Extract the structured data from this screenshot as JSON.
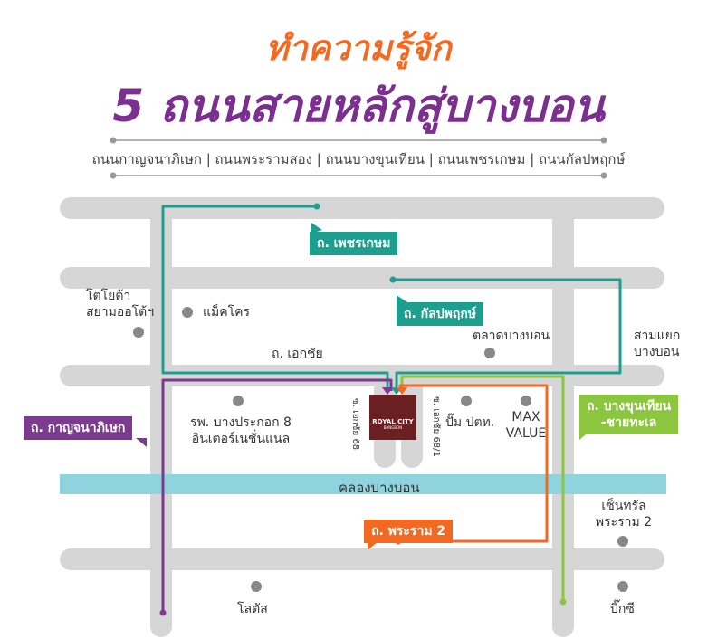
{
  "title_line1": "ทำความรู้จัก",
  "title_line2": "5 ถนนสายหลักสู่บางบอน",
  "roads_list": "ถนนกาญจนาภิเษก | ถนนพระรามสอง | ถนนบางขุนเทียน | ถนนเพชรเกษม | ถนนกัลปพฤกษ์",
  "colors": {
    "title_orange": "#f26a21",
    "title_purple": "#7b2f8e",
    "road_gray": "#d6d6d6",
    "canal": "#8fd3df",
    "phetkasem_teal": "#1e9e8f",
    "kanlapaphruek_teal": "#1e9e8f",
    "kanchanaphisek_purple": "#7b3b8e",
    "rama2_orange": "#f26a21",
    "bangkhuntien_green": "#8cc63f"
  },
  "route_tags": {
    "phetkasem": "ถ. เพชรเกษม",
    "kanlapaphruek": "ถ. กัลปพฤกษ์",
    "kanchanaphisek": "ถ. กาญจนาภิเษก",
    "bangkhuntien_1": "ถ. บางขุนเทียน",
    "bangkhuntien_2": "-ชายทะเล",
    "rama2": "ถ. พระราม 2"
  },
  "places": {
    "toyota_1": "โตโยต้า",
    "toyota_2": "สยามออโต้ฯ",
    "makro": "แม็คโคร",
    "ekkachai": "ถ. เอกชัย",
    "talat_bangbon": "ตลาดบางบอน",
    "samyaek_1": "สามแยก",
    "samyaek_2": "บางบอน",
    "hospital_1": "รพ. บางประกอก 8",
    "hospital_2": "อินเตอร์เนชั่นแนล",
    "soi_left": "ซ. เอกชัย 68",
    "soi_right": "ซ. เอกชัย 68/1",
    "ptt": "ปั๊ม ปตท.",
    "maxvalue_1": "MAX",
    "maxvalue_2": "VALUE",
    "canal": "คลองบางบอน",
    "central_1": "เซ็นทรัล",
    "central_2": "พระราม 2",
    "lotus": "โลตัส",
    "bigc": "บิ๊กซี"
  },
  "project_logo": {
    "name": "ROYAL CITY",
    "sub": "BANGBON"
  }
}
